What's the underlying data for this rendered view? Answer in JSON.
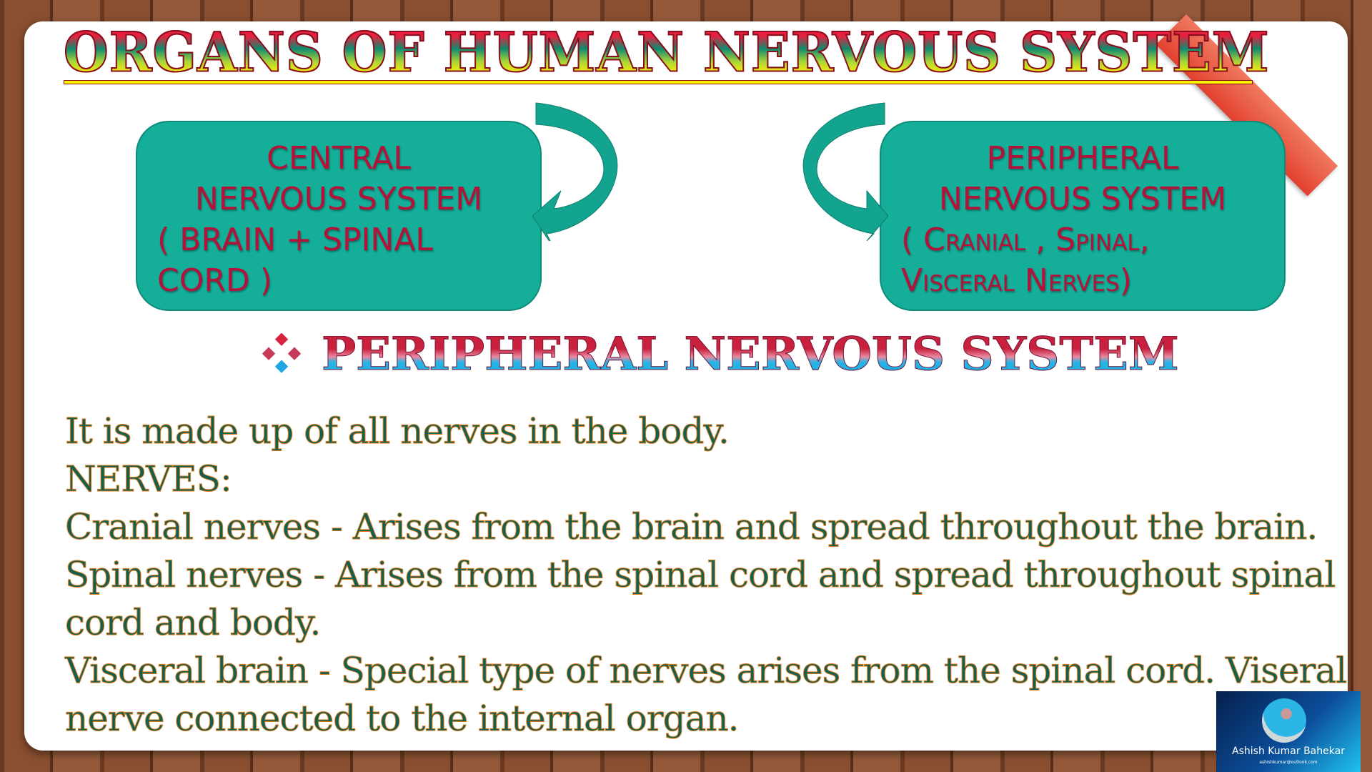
{
  "title": "ORGANS OF HUMAN NERVOUS SYSTEM",
  "cns_box": {
    "line1": "CENTRAL",
    "line2": "NERVOUS SYSTEM",
    "line3": "( BRAIN + SPINAL",
    "line4": "CORD )"
  },
  "pns_box": {
    "line1": "PERIPHERAL",
    "line2": "NERVOUS SYSTEM",
    "line3": "( Cranial , Spinal,",
    "line4": "Visceral Nerves)"
  },
  "subheading": "PERIPHERAL NERVOUS SYSTEM",
  "body_lines": [
    "It is made up of all nerves in the body.",
    "NERVES:",
    "Cranial nerves - Arises from the brain and spread throughout the brain.",
    "Spinal nerves - Arises from the spinal cord and spread throughout spinal",
    "cord and body.",
    "Visceral brain - Special type of nerves arises from the spinal cord. Viseral",
    "nerve connected to the internal organ."
  ],
  "badge": {
    "name": "Ashish Kumar Bahekar",
    "email": "ashishkumar@outlook.com"
  },
  "colors": {
    "box": "#14ae99",
    "box_text": "#b5123a",
    "body_text": "#0f5f52",
    "body_outline": "#e07a18"
  }
}
